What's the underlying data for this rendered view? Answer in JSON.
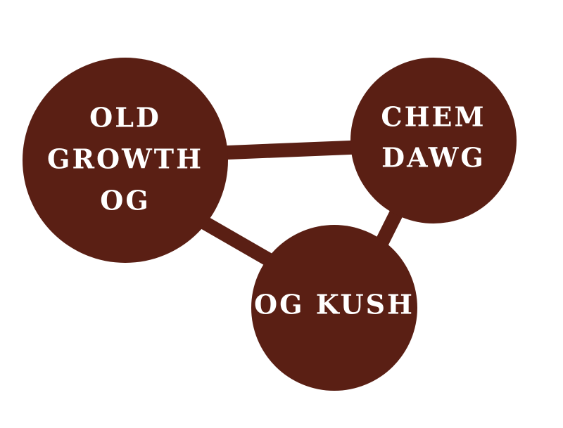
{
  "colors": {
    "node_fill": "#5a1f14",
    "edge": "#5a1f14",
    "text": "#ffffff"
  },
  "nodes": {
    "old_growth_og": {
      "lines": [
        "OLD",
        "GROWTH",
        "OG"
      ]
    },
    "chem_dawg": {
      "lines": [
        "CHEM",
        "DAWG"
      ]
    },
    "og_kush": {
      "lines": [
        "OG KUSH"
      ]
    }
  },
  "edges": [
    {
      "from": "old_growth_og",
      "to": "chem_dawg"
    },
    {
      "from": "old_growth_og",
      "to": "og_kush"
    },
    {
      "from": "chem_dawg",
      "to": "og_kush"
    }
  ]
}
